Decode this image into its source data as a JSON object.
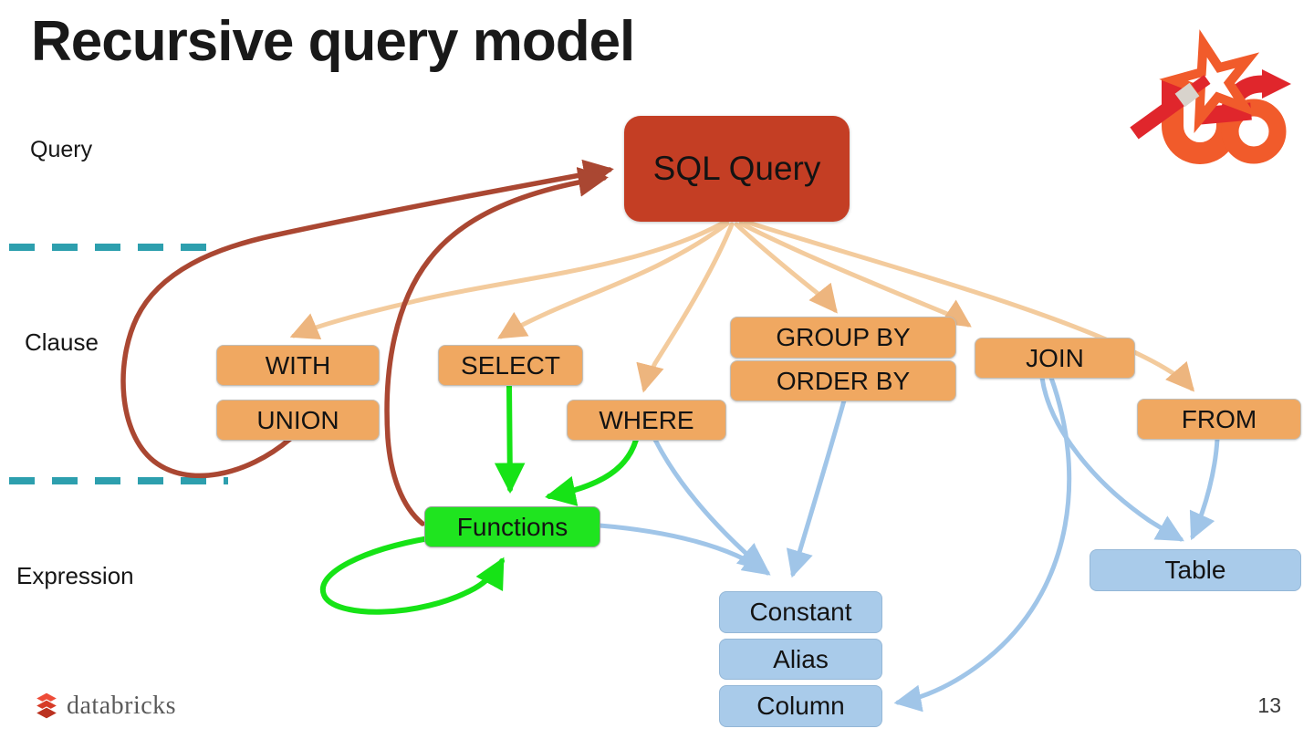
{
  "slide": {
    "title": "Recursive query model",
    "page_number": "13",
    "footer_brand": "databricks"
  },
  "row_labels": {
    "query": "Query",
    "clause": "Clause",
    "expression": "Expression"
  },
  "diagram": {
    "nodes": {
      "sql_query": {
        "label": "SQL Query",
        "category": "query",
        "color": "#c43e24"
      },
      "with": {
        "label": "WITH",
        "category": "clause",
        "color": "#f0a861"
      },
      "union": {
        "label": "UNION",
        "category": "clause",
        "color": "#f0a861"
      },
      "select": {
        "label": "SELECT",
        "category": "clause",
        "color": "#f0a861"
      },
      "where": {
        "label": "WHERE",
        "category": "clause",
        "color": "#f0a861"
      },
      "group_by": {
        "label": "GROUP BY",
        "category": "clause",
        "color": "#f0a861"
      },
      "order_by": {
        "label": "ORDER BY",
        "category": "clause",
        "color": "#f0a861"
      },
      "join": {
        "label": "JOIN",
        "category": "clause",
        "color": "#f0a861"
      },
      "from": {
        "label": "FROM",
        "category": "clause",
        "color": "#f0a861"
      },
      "functions": {
        "label": "Functions",
        "category": "expression",
        "color": "#1fe41f"
      },
      "constant": {
        "label": "Constant",
        "category": "expression",
        "color": "#a9cbea"
      },
      "alias": {
        "label": "Alias",
        "category": "expression",
        "color": "#a9cbea"
      },
      "column": {
        "label": "Column",
        "category": "expression",
        "color": "#a9cbea"
      },
      "table": {
        "label": "Table",
        "category": "expression",
        "color": "#a9cbea"
      }
    },
    "edges": [
      {
        "from": "sql_query",
        "to": "with",
        "color": "pale-orange"
      },
      {
        "from": "sql_query",
        "to": "select",
        "color": "pale-orange"
      },
      {
        "from": "sql_query",
        "to": "where",
        "color": "pale-orange"
      },
      {
        "from": "sql_query",
        "to": "group_by",
        "color": "pale-orange"
      },
      {
        "from": "sql_query",
        "to": "join",
        "color": "pale-orange"
      },
      {
        "from": "sql_query",
        "to": "from",
        "color": "pale-orange"
      },
      {
        "from": "union",
        "to": "sql_query",
        "color": "red"
      },
      {
        "from": "functions",
        "to": "sql_query",
        "color": "red"
      },
      {
        "from": "select",
        "to": "functions",
        "color": "green"
      },
      {
        "from": "where",
        "to": "functions",
        "color": "green"
      },
      {
        "from": "functions",
        "to": "functions",
        "color": "green"
      },
      {
        "from": "functions",
        "to": "constant",
        "color": "blue"
      },
      {
        "from": "where",
        "to": "constant",
        "color": "blue"
      },
      {
        "from": "order_by",
        "to": "constant",
        "color": "blue"
      },
      {
        "from": "join",
        "to": "table",
        "color": "blue"
      },
      {
        "from": "from",
        "to": "table",
        "color": "blue"
      },
      {
        "from": "join",
        "to": "column",
        "color": "blue"
      }
    ],
    "palette": {
      "query_node": "#c43e24",
      "clause_node": "#f0a861",
      "function_node": "#1fe41f",
      "expression_node": "#a9cbea",
      "edge_query_fan": "#f3cb9d",
      "edge_recursive": "#aa4732",
      "edge_function": "#16e316",
      "edge_expression": "#a0c5e8",
      "section_divider": "#2d9fae"
    }
  }
}
